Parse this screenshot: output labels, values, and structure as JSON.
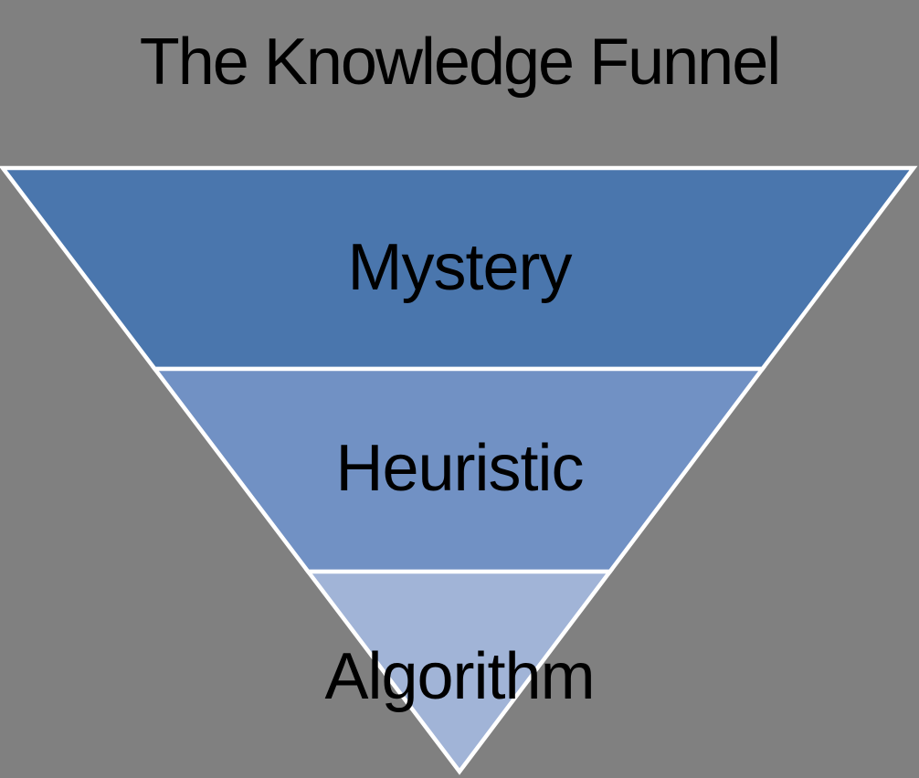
{
  "title": "The Knowledge Funnel",
  "funnel": {
    "type": "inverted-pyramid",
    "levels": [
      {
        "label": "Mystery",
        "color": "#4A76AD"
      },
      {
        "label": "Heuristic",
        "color": "#7191C4"
      },
      {
        "label": "Algorithm",
        "color": "#A1B4D7"
      }
    ],
    "border_color": "#FFFFFF"
  },
  "colors": {
    "background": "#808080",
    "text": "#000000"
  }
}
